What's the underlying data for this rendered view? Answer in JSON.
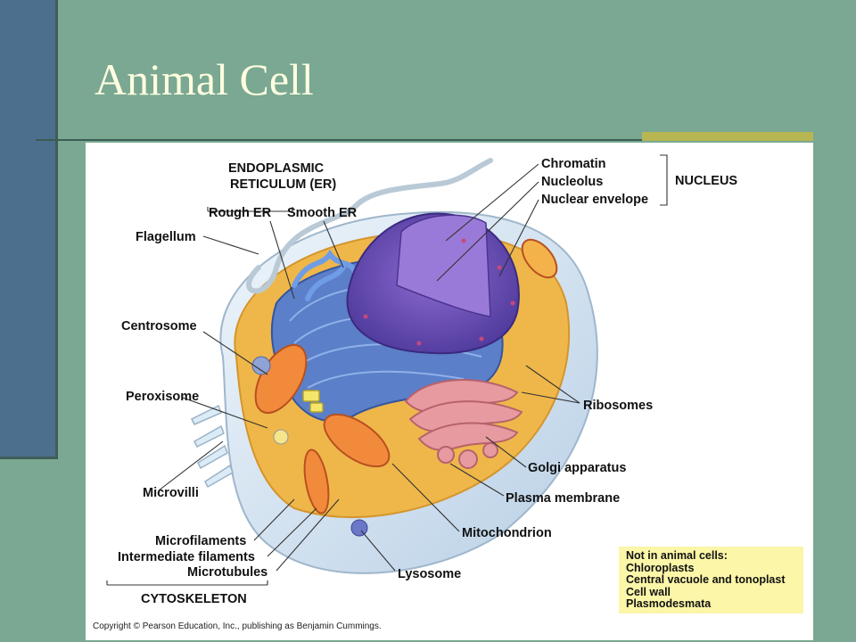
{
  "slide": {
    "title": "Animal Cell"
  },
  "diagram": {
    "labels": {
      "er_group": "ENDOPLASMIC",
      "er_group2": "RETICULUM (ER)",
      "rough_er": "Rough ER",
      "smooth_er": "Smooth ER",
      "flagellum": "Flagellum",
      "centrosome": "Centrosome",
      "peroxisome": "Peroxisome",
      "microvilli": "Microvilli",
      "microfilaments": "Microfilaments",
      "intermediate_filaments": "Intermediate filaments",
      "microtubules": "Microtubules",
      "cytoskeleton": "CYTOSKELETON",
      "chromatin": "Chromatin",
      "nucleolus": "Nucleolus",
      "nuclear_envelope": "Nuclear envelope",
      "nucleus": "NUCLEUS",
      "ribosomes": "Ribosomes",
      "golgi": "Golgi apparatus",
      "plasma_membrane": "Plasma membrane",
      "mitochondrion": "Mitochondrion",
      "lysosome": "Lysosome"
    },
    "note": {
      "heading": "Not in animal cells:",
      "items": [
        "Chloroplasts",
        "Central vacuole and tonoplast",
        "Cell wall",
        "Plasmodesmata"
      ]
    },
    "copyright": "Copyright © Pearson Education, Inc., publishing as Benjamin Cummings."
  }
}
